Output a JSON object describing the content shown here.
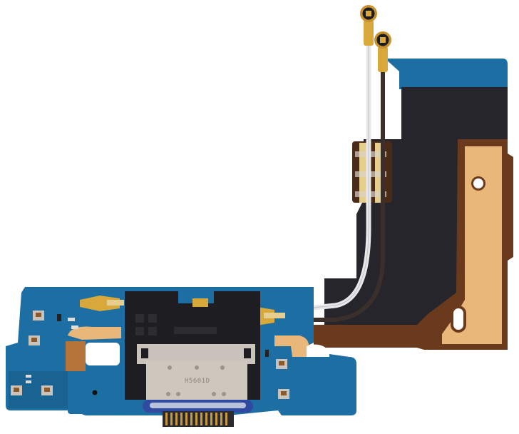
{
  "subject": "Charging port flex cable assembly",
  "connector": {
    "type": "USB Type-C",
    "engraving": "H5601D"
  },
  "colors": {
    "background": "#ffffff",
    "pcb_blue": "#1d6fa3",
    "pcb_blue_dark": "#165a86",
    "flex_black": "#25252b",
    "flex_brown": "#6b3a1c",
    "copper_pad": "#e9b77a",
    "gold": "#d8a83a",
    "steel": "#c9c3bb",
    "blue_ring": "#2f4aa0",
    "cable_white": "#e8e8ea",
    "cable_black": "#3a2f2a"
  },
  "antenna_connectors": 2
}
